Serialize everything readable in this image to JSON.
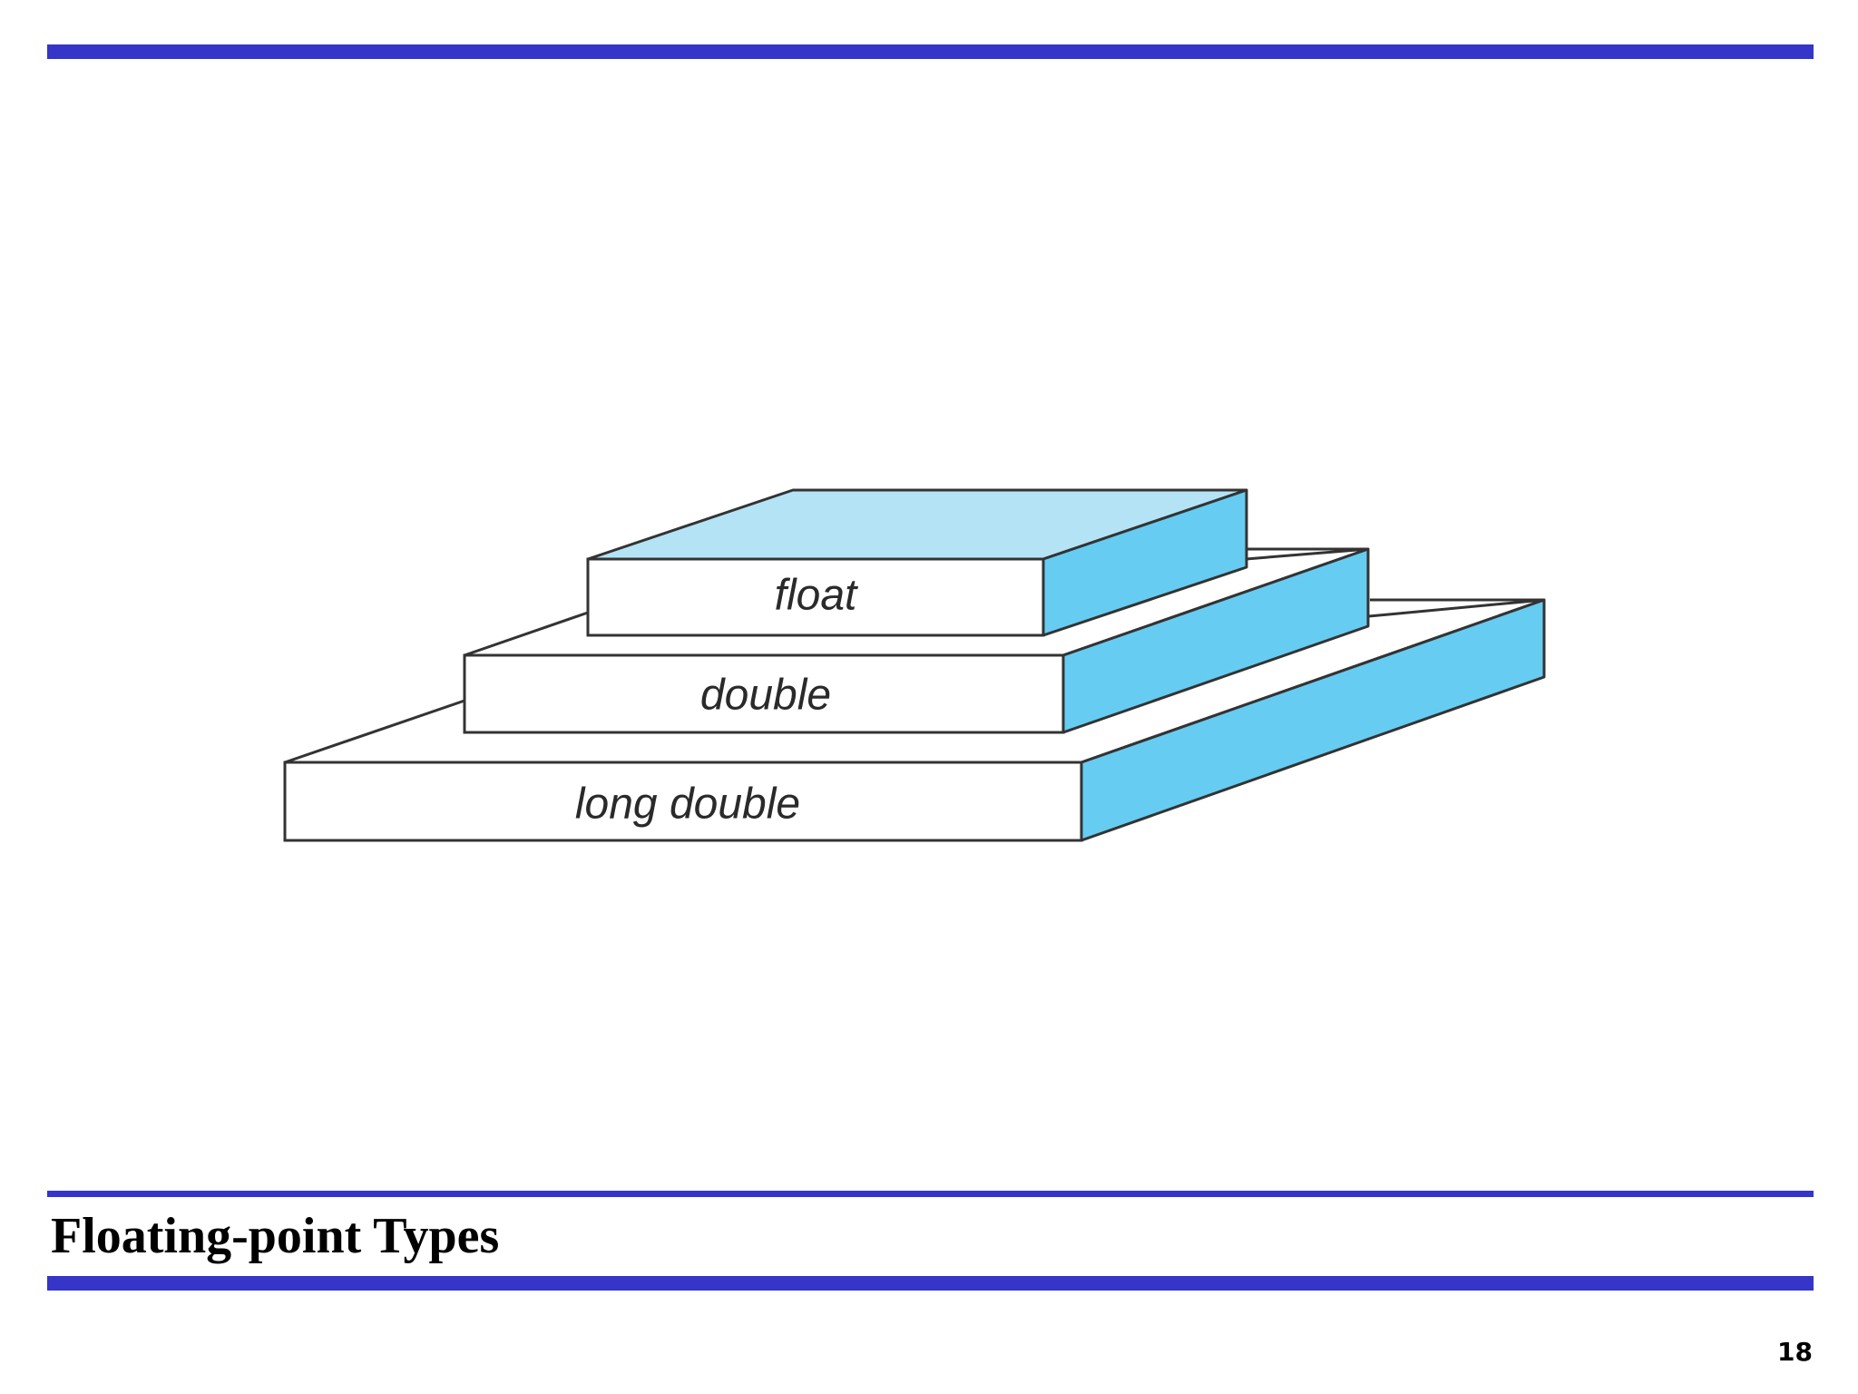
{
  "slide": {
    "title": "Floating-point Types",
    "page_number": "18"
  },
  "diagram": {
    "blocks": [
      {
        "label": "long double"
      },
      {
        "label": "double"
      },
      {
        "label": "float"
      }
    ]
  },
  "colors": {
    "rule": "#3535c8",
    "side_face": "#66ccf2",
    "top_face_highlight": "#b4e3f6",
    "outline": "#333333",
    "front_face": "#ffffff"
  }
}
